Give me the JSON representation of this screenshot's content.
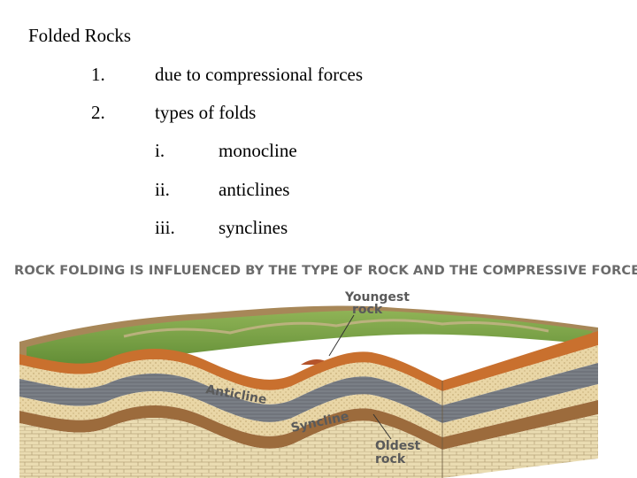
{
  "slide": {
    "title": "Folded Rocks",
    "items": [
      {
        "marker": "1.",
        "text": "due to compressional forces"
      },
      {
        "marker": "2.",
        "text": "types of folds"
      }
    ],
    "subitems": [
      {
        "marker": "i.",
        "text": "monocline"
      },
      {
        "marker": "ii.",
        "text": "anticlines"
      },
      {
        "marker": "iii.",
        "text": "synclines"
      }
    ]
  },
  "figure": {
    "banner": "ROCK FOLDING IS INFLUENCED BY THE TYPE OF ROCK AND THE COMPRESSIVE FORCES",
    "labels": {
      "youngest_line1": "Youngest",
      "youngest_line2": "rock",
      "anticline": "Anticline",
      "syncline": "Syncline",
      "oldest_line1": "Oldest",
      "oldest_line2": "rock"
    },
    "colors": {
      "surface_green": "#6f9a3c",
      "surface_brown": "#9b7a4e",
      "gray_layer": "#7a7f86",
      "tan_layer": "#e9d6a6",
      "brown_layer": "#9c6b3c",
      "orange_layer": "#c9702e",
      "limestone": "#eadcb2"
    }
  }
}
